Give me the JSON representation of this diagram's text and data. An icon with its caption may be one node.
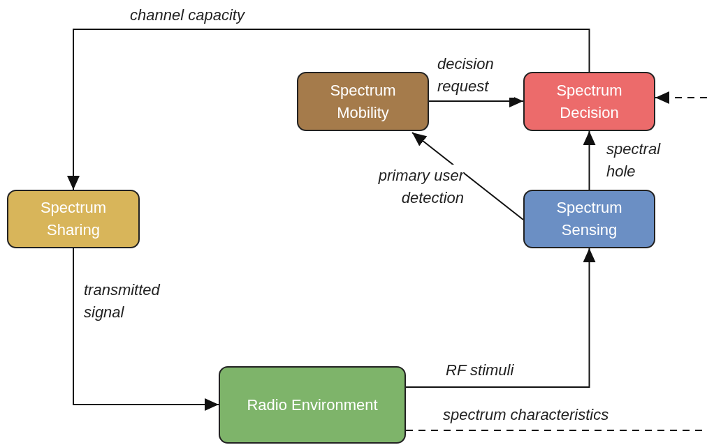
{
  "diagram": {
    "nodes": [
      {
        "text": [
          "Spectrum Mobility"
        ]
      },
      {
        "text": [
          "Spectrum Decision"
        ]
      },
      {
        "text": [
          "Spectrum Sharing"
        ]
      },
      {
        "text": [
          "Spectrum Sensing"
        ]
      },
      {
        "text": [
          "Radio Environment"
        ]
      }
    ],
    "edges": [
      {
        "from": 1,
        "to": 2,
        "arrow": "to",
        "label": "channel capacity"
      },
      {
        "from": 0,
        "to": 1,
        "arrow": "to",
        "label": "decision request"
      },
      {
        "from": 3,
        "to": 0,
        "arrow": "to",
        "label": "primary user detection"
      },
      {
        "from": 3,
        "to": 1,
        "arrow": "to",
        "label": "spectral hole"
      },
      {
        "from": 2,
        "to": 4,
        "arrow": "to",
        "label": "transmitted signal"
      },
      {
        "from": 4,
        "to": 3,
        "arrow": "to",
        "label": "RF stimuli"
      },
      {
        "from": null,
        "to": 1,
        "arrow": "to",
        "style": "dashed"
      },
      {
        "from": 4,
        "to": null,
        "arrow": "none",
        "style": "dashed",
        "label": "spectrum characteristics"
      }
    ]
  }
}
